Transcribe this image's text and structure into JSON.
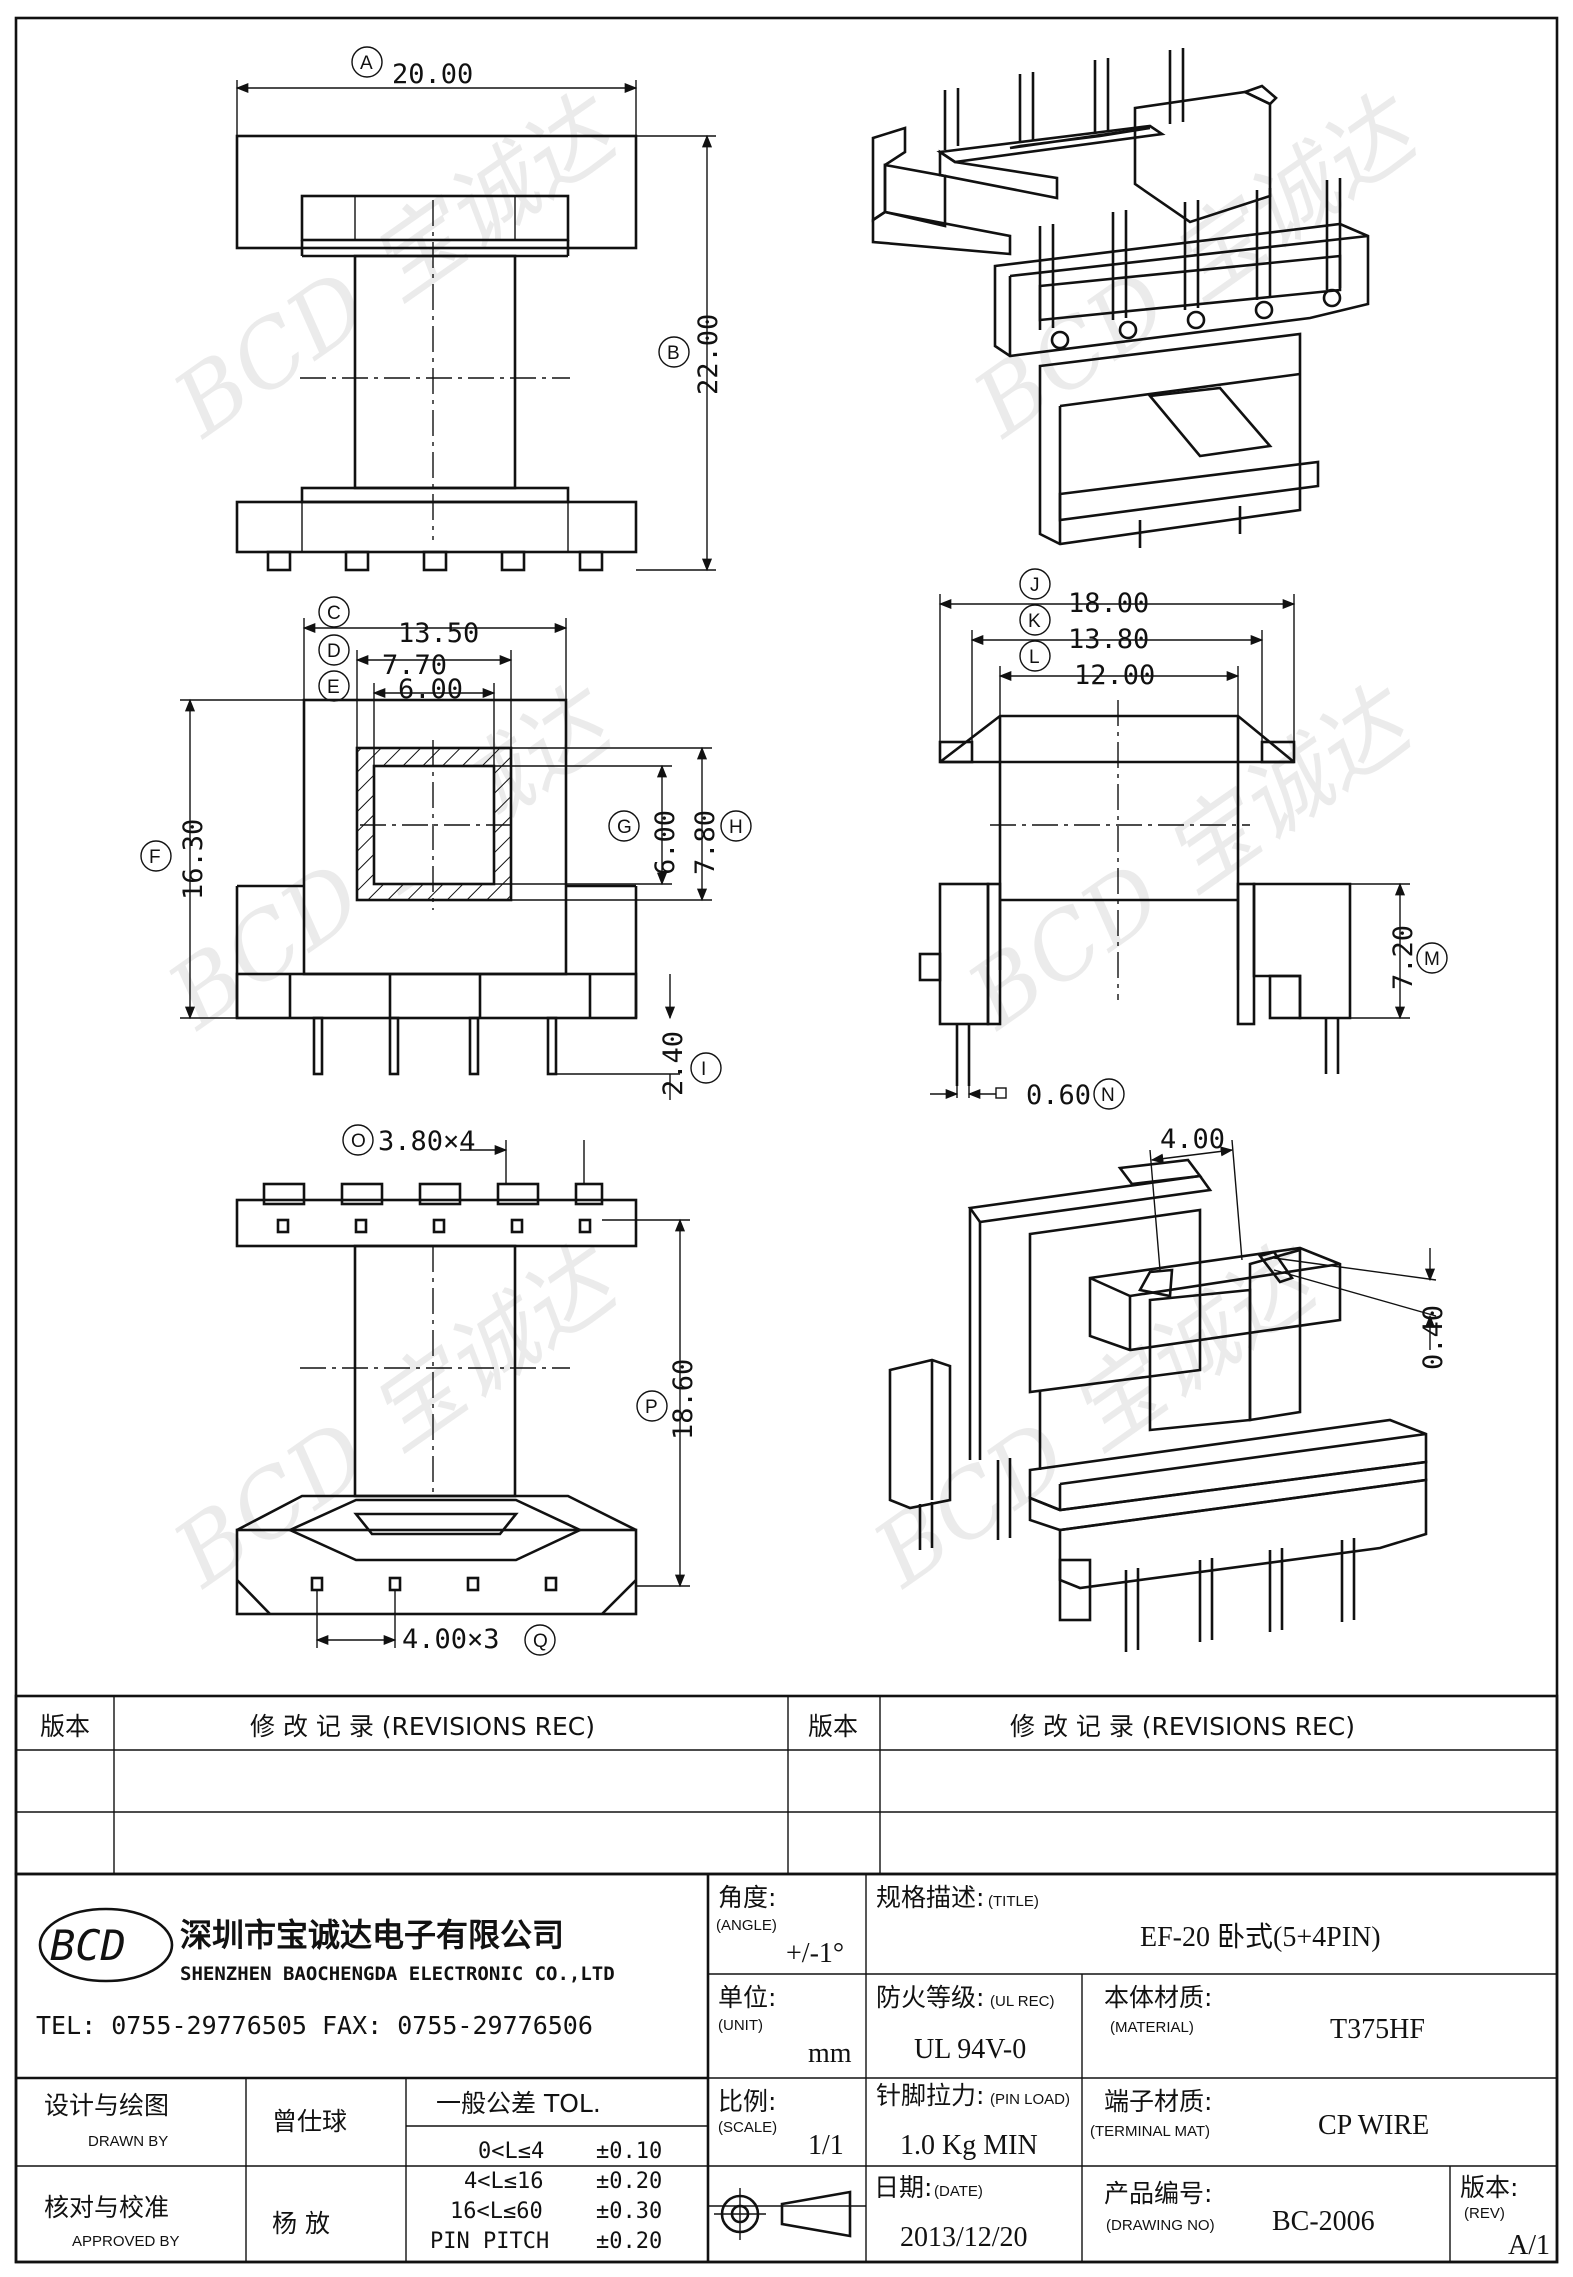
{
  "watermark": "BCD 宝诚达",
  "dimensions": {
    "A": {
      "letter": "A",
      "value": "20.00"
    },
    "B": {
      "letter": "B",
      "value": "22.00"
    },
    "C": {
      "letter": "C",
      "value": "13.50"
    },
    "D": {
      "letter": "D",
      "value": "7.70"
    },
    "E": {
      "letter": "E",
      "value": "6.00"
    },
    "F": {
      "letter": "F",
      "value": "16.30"
    },
    "G": {
      "letter": "G",
      "value": "6.00"
    },
    "H": {
      "letter": "H",
      "value": "7.80"
    },
    "I": {
      "letter": "I",
      "value": "2.40"
    },
    "J": {
      "letter": "J",
      "value": "18.00"
    },
    "K": {
      "letter": "K",
      "value": "13.80"
    },
    "L": {
      "letter": "L",
      "value": "12.00"
    },
    "M": {
      "letter": "M",
      "value": "7.20"
    },
    "N": {
      "letter": "N",
      "value": "0.60"
    },
    "O": {
      "letter": "O",
      "value": "3.80×4"
    },
    "P": {
      "letter": "P",
      "value": "18.60"
    },
    "Q": {
      "letter": "Q",
      "value": "4.00×3"
    },
    "iso_top": "4.00",
    "iso_side": "0.40"
  },
  "revisions": {
    "version_label": "版本",
    "record_label": "修 改 记 录 (REVISIONS REC)"
  },
  "company": {
    "logo": "BCD",
    "name_cn": "深圳市宝诚达电子有限公司",
    "name_en": "SHENZHEN BAOCHENGDA ELECTRONIC CO.,LTD",
    "contact": "TEL: 0755-29776505  FAX: 0755-29776506"
  },
  "title_block": {
    "angle_label": "角度:",
    "angle_sub": "(ANGLE)",
    "angle_value": "+/-1°",
    "title_label": "规格描述:",
    "title_sub": "(TITLE)",
    "title_value": "EF-20 卧式(5+4PIN)",
    "unit_label": "单位:",
    "unit_sub": "(UNIT)",
    "unit_value": "mm",
    "ul_label": "防火等级:",
    "ul_sub": "(UL REC)",
    "ul_value": "UL 94V-0",
    "material_label": "本体材质:",
    "material_sub": "(MATERIAL)",
    "material_value": "T375HF",
    "scale_label": "比例:",
    "scale_sub": "(SCALE)",
    "scale_value": "1/1",
    "pinload_label": "针脚拉力:",
    "pinload_sub": "(PIN LOAD)",
    "pinload_value": "1.0 Kg MIN",
    "terminal_label": "端子材质:",
    "terminal_sub": "(TERMINAL MAT)",
    "terminal_value": "CP WIRE",
    "date_label": "日期:",
    "date_sub": "(DATE)",
    "date_value": "2013/12/20",
    "drawing_label": "产品编号:",
    "drawing_sub": "(DRAWING NO)",
    "drawing_value": "BC-2006",
    "rev_label": "版本:",
    "rev_sub": "(REV)",
    "rev_value": "A/1",
    "drawn_label": "设计与绘图",
    "drawn_sub": "DRAWN BY",
    "drawn_value": "曾仕球",
    "approved_label": "核对与校准",
    "approved_sub": "APPROVED BY",
    "approved_value": "杨  放",
    "tol_label": "一般公差 TOL.",
    "tol_rows": [
      {
        "range": "0<L≤4",
        "value": "±0.10"
      },
      {
        "range": "4<L≤16",
        "value": "±0.20"
      },
      {
        "range": "16<L≤60",
        "value": "±0.30"
      },
      {
        "range": "PIN PITCH",
        "value": "±0.20"
      }
    ]
  }
}
